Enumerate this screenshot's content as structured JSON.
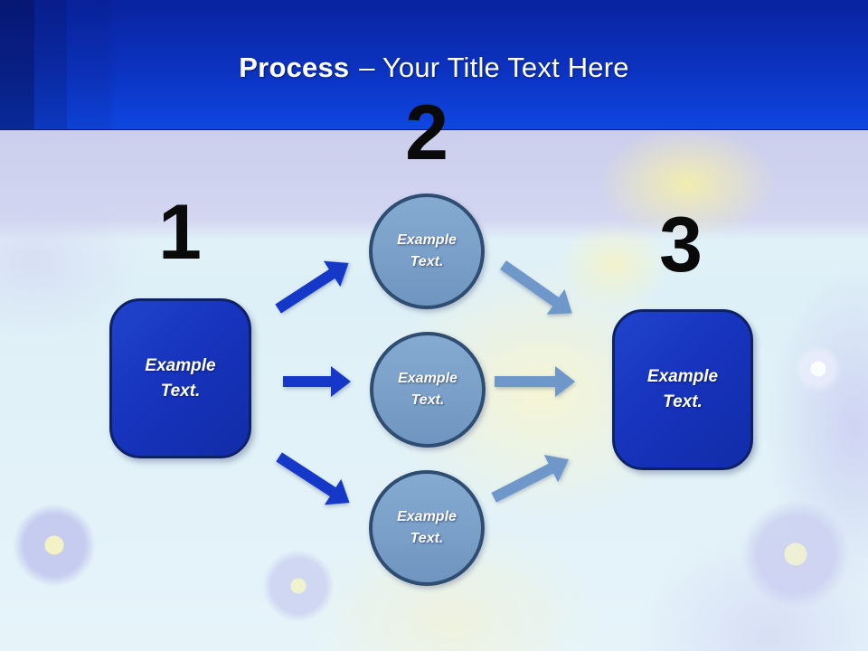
{
  "title": {
    "bold": "Process",
    "rest": "– Your Title Text Here"
  },
  "numbers": {
    "one": "1",
    "two": "2",
    "three": "3"
  },
  "left_box": {
    "label": "Example Text."
  },
  "right_box": {
    "label": "Example Text."
  },
  "circles": [
    {
      "label": "Example Text."
    },
    {
      "label": "Example Text."
    },
    {
      "label": "Example Text."
    }
  ],
  "colors": {
    "header_gradient_top": "#0923a0",
    "header_gradient_bottom": "#0e46e2",
    "title_text": "#ffffff",
    "number_text": "#0a0a0a",
    "band_lavender": "#cacce9",
    "background_light": "#e2f1f8",
    "box_fill": "#1737c0",
    "box_border": "#0d2166",
    "circle_fill": "#7ba1ca",
    "circle_border": "#2e4d71",
    "shape_text": "#ffffff",
    "arrow_primary": "#1638c8",
    "arrow_secondary": "#6f97c9"
  }
}
